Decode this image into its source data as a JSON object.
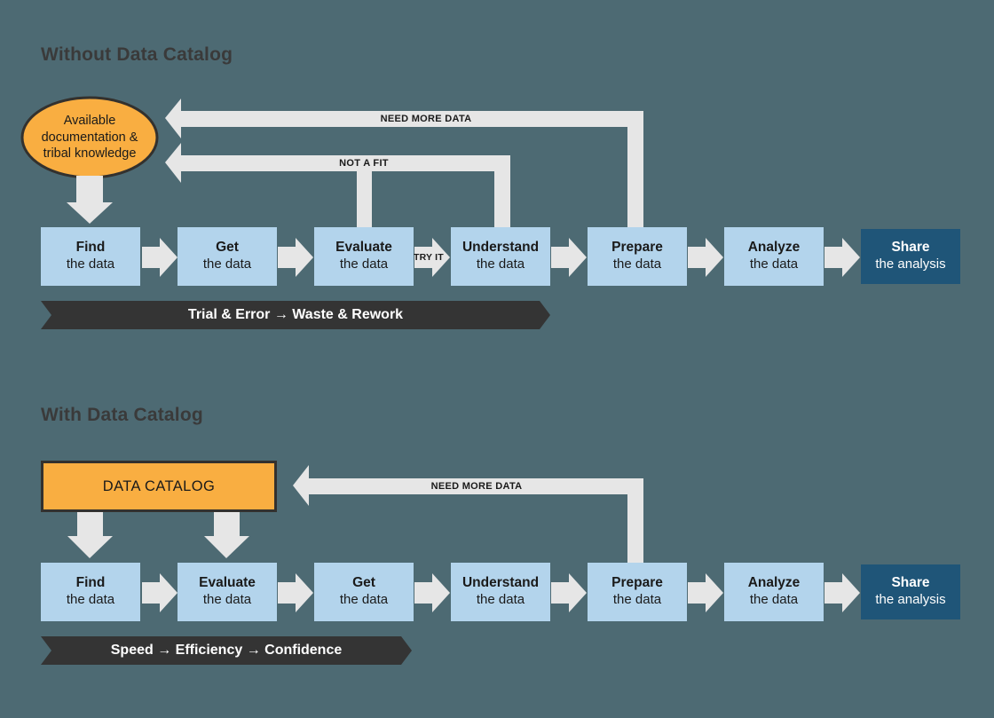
{
  "canvas": {
    "background_color": "#4d6a73",
    "step_box_color": "#b3d4ec",
    "accent_box_color": "#1f5578",
    "catalog_color": "#f9ae41",
    "arrow_color": "#e6e6e6",
    "banner_color": "#343434",
    "heading_color": "#3a3a3a"
  },
  "sections": [
    {
      "id": "without",
      "heading": "Without Data Catalog",
      "source": {
        "shape": "ellipse",
        "lines": [
          "Available",
          "documentation &",
          "tribal knowledge"
        ],
        "text": "Available documentation & tribal knowledge"
      },
      "steps": [
        {
          "title": "Find",
          "subtitle": "the data",
          "emphasis": false
        },
        {
          "title": "Get",
          "subtitle": "the data",
          "emphasis": false
        },
        {
          "title": "Evaluate",
          "subtitle": "the data",
          "emphasis": false
        },
        {
          "title": "Understand",
          "subtitle": "the data",
          "emphasis": false
        },
        {
          "title": "Prepare",
          "subtitle": "the data",
          "emphasis": false
        },
        {
          "title": "Analyze",
          "subtitle": "the data",
          "emphasis": false
        },
        {
          "title": "Share",
          "subtitle": "the analysis",
          "emphasis": true
        }
      ],
      "feedback_loops": [
        {
          "label": "NEED MORE DATA",
          "from": "Prepare",
          "to": "Available documentation & tribal knowledge"
        },
        {
          "label": "NOT A FIT",
          "from": "Understand",
          "to": "Available documentation & tribal knowledge"
        }
      ],
      "inline_labels": [
        {
          "label": "TRY IT",
          "between": "Evaluate → Understand"
        }
      ],
      "banner": {
        "text": "Trial & Error  →  Waste & Rework",
        "parts": [
          "Trial & Error",
          "→",
          "Waste & Rework"
        ]
      }
    },
    {
      "id": "with",
      "heading": "With Data Catalog",
      "source": {
        "shape": "rectangle",
        "text": "DATA CATALOG"
      },
      "steps": [
        {
          "title": "Find",
          "subtitle": "the data",
          "emphasis": false
        },
        {
          "title": "Evaluate",
          "subtitle": "the data",
          "emphasis": false
        },
        {
          "title": "Get",
          "subtitle": "the data",
          "emphasis": false
        },
        {
          "title": "Understand",
          "subtitle": "the data",
          "emphasis": false
        },
        {
          "title": "Prepare",
          "subtitle": "the data",
          "emphasis": false
        },
        {
          "title": "Analyze",
          "subtitle": "the data",
          "emphasis": false
        },
        {
          "title": "Share",
          "subtitle": "the analysis",
          "emphasis": true
        }
      ],
      "feedback_loops": [
        {
          "label": "NEED MORE DATA",
          "from": "Prepare",
          "to": "DATA CATALOG"
        }
      ],
      "banner": {
        "text": "Speed  →  Efficiency  →  Confidence",
        "parts": [
          "Speed",
          "→",
          "Efficiency",
          "→",
          "Confidence"
        ]
      }
    }
  ]
}
